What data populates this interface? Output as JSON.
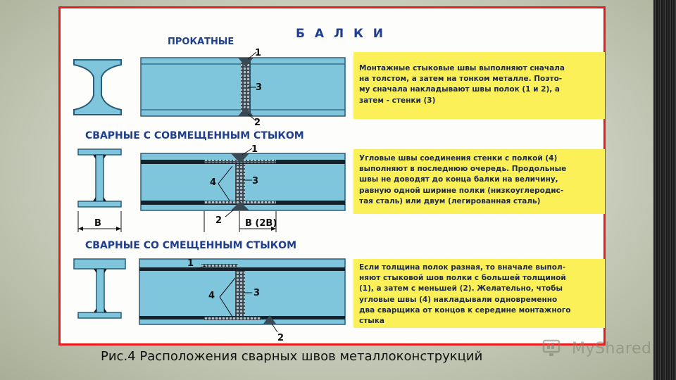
{
  "title": {
    "main": "Б А Л К И",
    "rolled": "ПРОКАТНЫЕ",
    "combined": "СВАРНЫЕ С СОВМЕЩЕННЫМ СТЫКОМ",
    "offset": "СВАРНЫЕ СО СМЕЩЕННЫМ СТЫКОМ"
  },
  "labels": {
    "n1": "1",
    "n2": "2",
    "n3": "3",
    "n4": "4",
    "b": "В",
    "b2": "В (2В)"
  },
  "notes": {
    "rolled": [
      "Монтажные стыковые швы выполняют сначала",
      "на толстом, а затем на тонком металле. Поэто-",
      "му сначала накладывают швы полок (1 и 2), а",
      "затем - стенки (3)"
    ],
    "combined": [
      "Угловые швы соединения стенки с полкой (4)",
      "выполняют в последнюю очередь. Продольные",
      "швы не доводят до конца балки на величину,",
      "равную одной ширине полки (низкоуглеродис-",
      "тая сталь) или двум (легированная сталь)"
    ],
    "offset": [
      "Если толщина полок разная, то вначале выпол-",
      "няют стыковой шов полки с большей толщиной",
      "(1), а затем с меньшей (2). Желательно, чтобы",
      "угловые швы (4) накладывали одновременно",
      "два сварщика от концов к середине монтажного",
      "стыка"
    ]
  },
  "caption": "Рис.4 Расположения сварных швов металлоконструкций",
  "watermark": "MyShared",
  "colors": {
    "frame": "#e81c1c",
    "beam": "#7fc6dd",
    "beam_edge": "#2a5d7a",
    "note_bg": "#fbf057",
    "heading": "#1f3f8e"
  }
}
